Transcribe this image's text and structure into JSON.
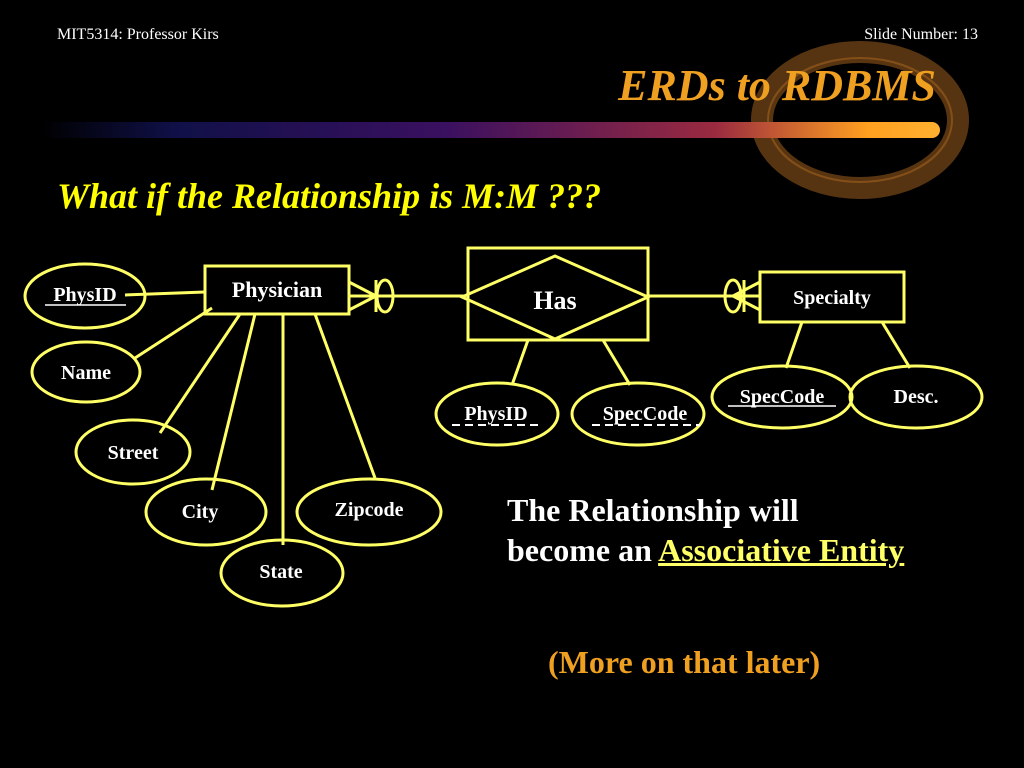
{
  "header": {
    "course": "MIT5314: Professor Kirs",
    "slide_number": "Slide Number: 13"
  },
  "title": "ERDs to RDBMS",
  "subtitle": "What if the Relationship is M:M ???",
  "diagram": {
    "physician": "Physician",
    "has": "Has",
    "specialty": "Specialty",
    "phys_id": "PhysID",
    "name": "Name",
    "street": "Street",
    "city": "City",
    "state": "State",
    "zipcode": "Zipcode",
    "has_phys_id": "PhysID",
    "has_spec_code": "SpecCode",
    "spec_code": "SpecCode",
    "desc": "Desc."
  },
  "note": {
    "line1": "The Relationship will become an",
    "link": "Associative Entity"
  },
  "more": "(More on that later)",
  "colors": {
    "title": "#f0a020",
    "subtitle": "#ffff00",
    "lines": "#ffff66"
  }
}
